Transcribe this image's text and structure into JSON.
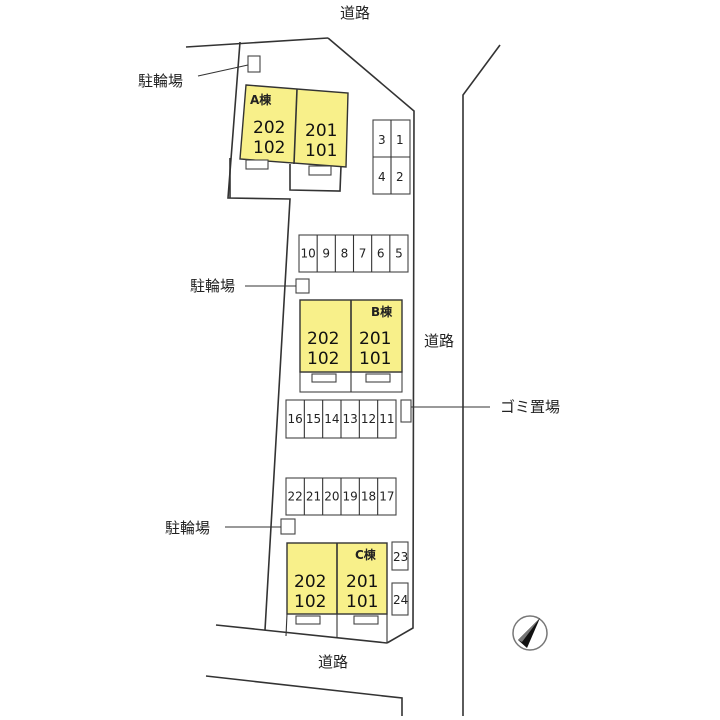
{
  "roads": {
    "top": "道路",
    "right": "道路",
    "bottom": "道路"
  },
  "bike_parking": {
    "a": "駐輪場",
    "b": "駐輪場",
    "c": "駐輪場"
  },
  "garbage": "ゴミ置場",
  "buildings": {
    "a": {
      "name": "A棟",
      "left": [
        "202",
        "102"
      ],
      "right": [
        "201",
        "101"
      ]
    },
    "b": {
      "name": "B棟",
      "left": [
        "202",
        "102"
      ],
      "right": [
        "201",
        "101"
      ]
    },
    "c": {
      "name": "C棟",
      "left": [
        "202",
        "102"
      ],
      "right": [
        "201",
        "101"
      ]
    }
  },
  "parking": {
    "group1": [
      "3",
      "1",
      "4",
      "2"
    ],
    "group2": [
      "10",
      "9",
      "8",
      "7",
      "6",
      "5"
    ],
    "group3": [
      "16",
      "15",
      "14",
      "13",
      "12",
      "11"
    ],
    "group4": [
      "22",
      "21",
      "20",
      "19",
      "18",
      "17"
    ],
    "group5": [
      "23",
      "24"
    ]
  },
  "colors": {
    "building": "#f8f08a"
  }
}
